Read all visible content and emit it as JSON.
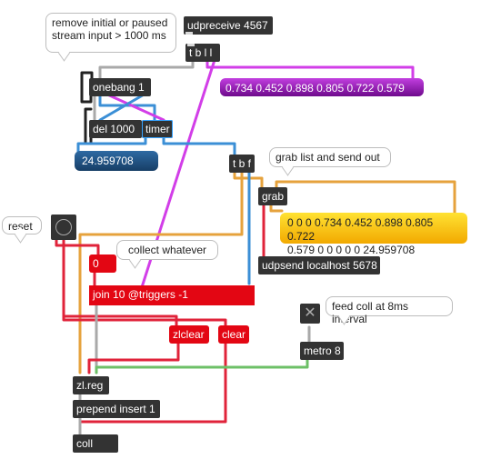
{
  "comments": {
    "remove_paused": "remove initial or paused stream input > 1000 ms",
    "grab_list": "grab list and send out",
    "collect": "collect whatever",
    "reset": "reset",
    "feed_coll": "feed coll at 8ms interval"
  },
  "objects": {
    "udpreceive": "udpreceive 4567",
    "tbll": "t b l l",
    "onebang": "onebang 1",
    "del": "del 1000",
    "timer": "timer",
    "tbf": "t b f",
    "grab": "grab",
    "udpsend": "udpsend localhost 5678",
    "join": "join 10 @triggers -1",
    "zlclear": "zlclear",
    "clear": "clear",
    "metro": "metro 8",
    "zlreg": "zl.reg",
    "prepend": "prepend insert 1",
    "coll": "coll",
    "zero": "0"
  },
  "values": {
    "list_display": "0.734 0.452 0.898 0.805 0.722 0.579",
    "timer_value": "24.959708",
    "output_list_line1": "0 0 0 0.734 0.452 0.898 0.805 0.722",
    "output_list_line2": "0.579 0 0 0 0 0 24.959708"
  },
  "colors": {
    "purple_wire": "#d23ee8",
    "orange_wire": "#e6a23c",
    "blue_wire": "#3b8fd6",
    "red_wire": "#e0233a",
    "green_wire": "#6dc067",
    "gray_wire": "#a9a9a9",
    "black_wire": "#222222"
  }
}
